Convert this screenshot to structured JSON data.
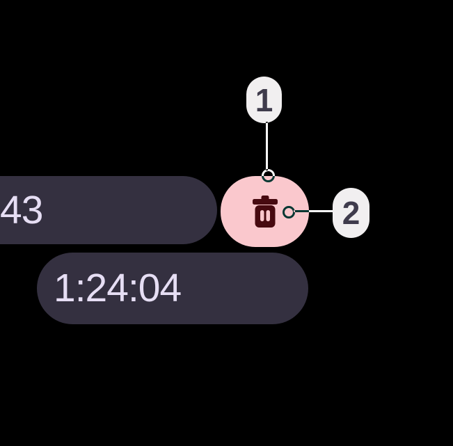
{
  "timer": {
    "remaining": "43",
    "total": "1:24:04"
  },
  "annotations": [
    {
      "label": "1"
    },
    {
      "label": "2"
    }
  ],
  "colors": {
    "background": "#000000",
    "chip_bg": "#343040",
    "chip_text": "#E6DEF4",
    "delete_button_bg": "#FAC8CD",
    "delete_icon": "#470A10",
    "callout_bg": "#F1EFF0",
    "callout_text": "#3F3B4C",
    "annotation": "#FFFFFF"
  }
}
